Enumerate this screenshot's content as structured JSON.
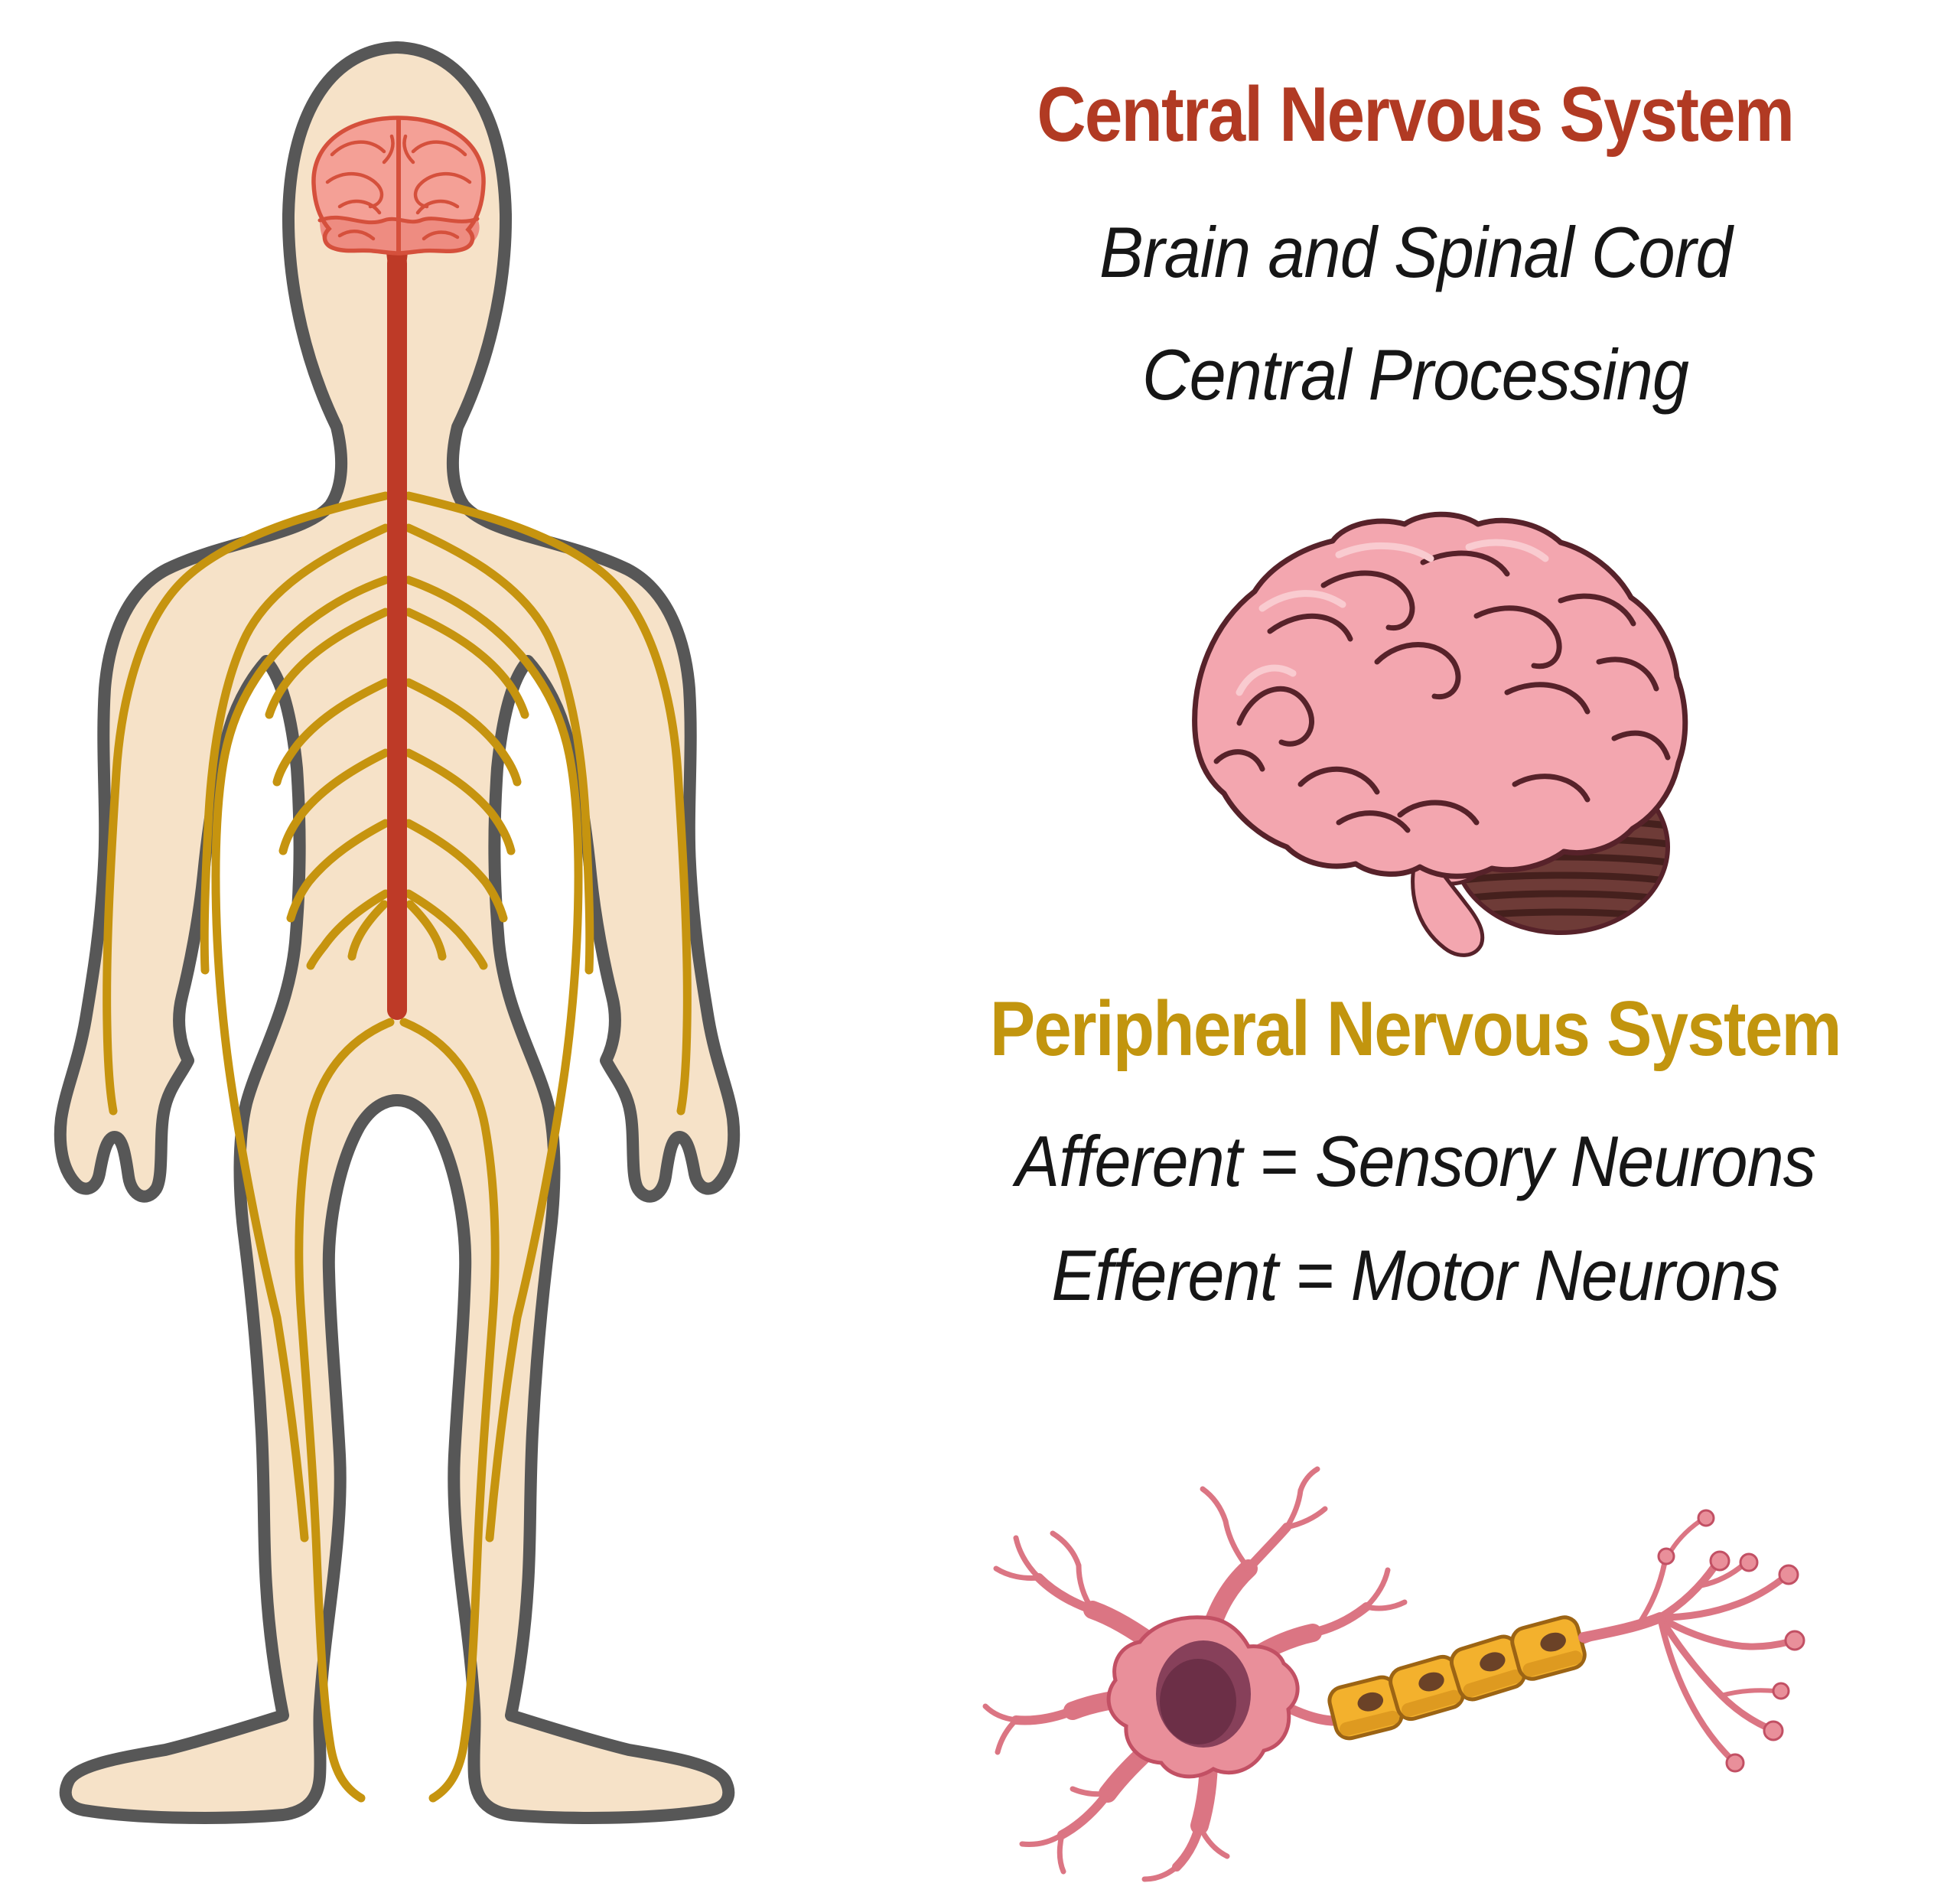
{
  "cns": {
    "title": "Central Nervous System",
    "lines": [
      "Brain and Spinal Cord",
      "Central Processing"
    ]
  },
  "pns": {
    "title": "Peripheral Nervous System",
    "lines": [
      "Afferent = Sensory Neurons",
      "Efferent = Motor Neurons"
    ]
  },
  "illustrations": {
    "body": "human-body-with-brain-spinal-cord-and-nerves",
    "brain": "side-view-cartoon-brain",
    "neuron": "neuron-with-myelinated-axon"
  },
  "colors": {
    "page_bg": "#FFFFFF",
    "accent_cns": "#B13A23",
    "accent_pns": "#C2950E",
    "text": "#161616",
    "skin": "#F6E2C8",
    "body_outline": "#575757",
    "nerve_gold": "#C6940F",
    "cord_red": "#BE3A27",
    "head_brain_fill": "#F4A096",
    "head_brain_band": "#EE8C81",
    "head_brain_line": "#D5503C",
    "brain_pink": "#F3A6AF",
    "brain_highlight": "#F9CBD0",
    "brain_outline": "#57222A",
    "cerebellum_fill": "#6E3B37",
    "cerebellum_stripe": "#45201D",
    "neuron_fill": "#E98F9A",
    "neuron_stroke": "#C25064",
    "dendrite": "#DB7583",
    "nucleus_fill": "#87405A",
    "nucleus_dark": "#6C2F47",
    "myelin_fill": "#F3B12D",
    "myelin_shade": "#DE9A20",
    "myelin_outline": "#9C6414",
    "myelin_nucleus": "#6B4227"
  }
}
